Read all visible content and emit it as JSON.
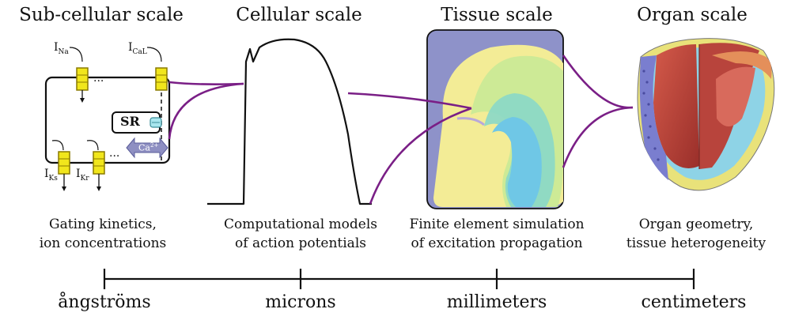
{
  "titles": {
    "subcellular": "Sub-cellular scale",
    "cellular": "Cellular scale",
    "tissue": "Tissue scale",
    "organ": "Organ scale"
  },
  "captions": {
    "subcellular": [
      "Gating kinetics,",
      "ion concentrations"
    ],
    "cellular": [
      "Computational models",
      "of action potentials"
    ],
    "tissue": [
      "Finite element simulation",
      "of excitation propagation"
    ],
    "organ": [
      "Organ geometry,",
      "tissue heterogeneity"
    ]
  },
  "scale_axis": {
    "ticks": [
      "ångströms",
      "microns",
      "millimeters",
      "centimeters"
    ]
  },
  "cell_diagram": {
    "channels": {
      "ina": {
        "main": "I",
        "sub": "Na"
      },
      "ical": {
        "main": "I",
        "sub": "CaL"
      },
      "iks": {
        "main": "I",
        "sub": "Ks"
      },
      "ikr": {
        "main": "I",
        "sub": "Kr"
      }
    },
    "sr_label": "SR",
    "ca_label": "Ca",
    "ca_sup": "2+",
    "ellipsis_top": "...",
    "ellipsis_bottom": "..."
  },
  "colors": {
    "connector": "#7a1f86",
    "channel_fill": "#f1e61c",
    "channel_stroke": "#8a7a00",
    "ca_arrow": "#8e8fc2",
    "tissue_bg": "#8e92c9",
    "heart_red": "#b8443c"
  }
}
